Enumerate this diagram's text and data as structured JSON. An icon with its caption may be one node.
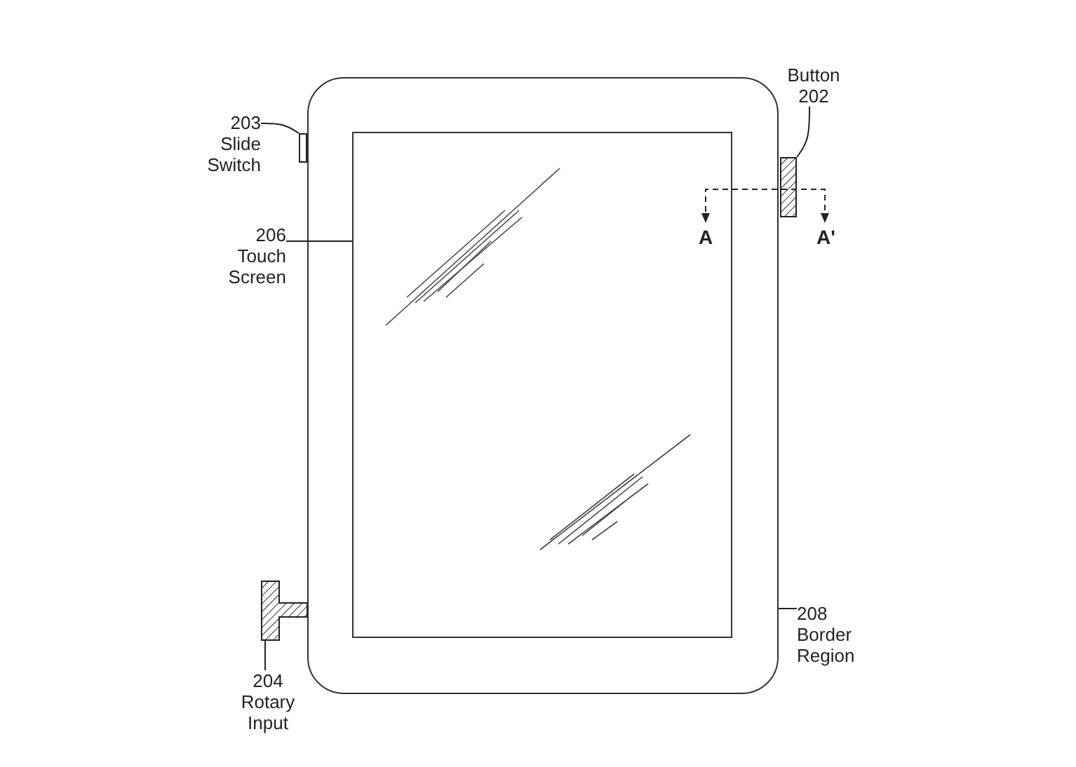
{
  "diagram": {
    "nodes": [
      {
        "text": [
          "Button 202"
        ]
      },
      {
        "text": [],
        "shape": "bar"
      },
      {
        "text": [
          "203 Slide Switch"
        ]
      },
      {
        "text": [],
        "shape": "bar"
      },
      {
        "text": [],
        "shape": "box"
      },
      {
        "text": [],
        "shape": "box",
        "in": 4
      },
      {
        "text": [
          "206 Touch Screen"
        ]
      },
      {
        "text": [
          "208 Border Region"
        ]
      },
      {
        "text": [
          "204 Rotary Input"
        ]
      },
      {
        "text": [],
        "shape": "box"
      }
    ],
    "edges": [
      {
        "from": 0,
        "to": 1,
        "arrow": "none"
      },
      {
        "from": 2,
        "to": 3,
        "arrow": "none"
      },
      {
        "from": 6,
        "to": 5,
        "arrow": "none"
      },
      {
        "from": 7,
        "to": 4,
        "arrow": "none"
      },
      {
        "from": 8,
        "to": 9,
        "arrow": "none"
      }
    ],
    "labels": [
      "A",
      "A'"
    ]
  }
}
